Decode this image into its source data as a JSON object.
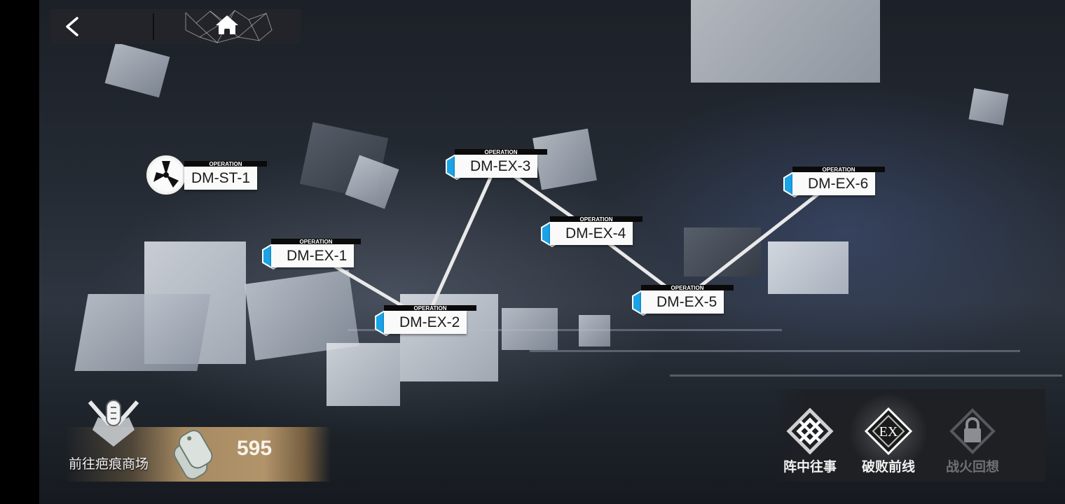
{
  "nav": {
    "back_icon": "chevron-left-icon",
    "home_icon": "home-icon"
  },
  "stages": [
    {
      "id": "st1",
      "tag": "OPERATION",
      "code": "DM-ST-1",
      "type": "story"
    },
    {
      "id": "ex1",
      "tag": "OPERATION",
      "code": "DM-EX-1",
      "type": "battle"
    },
    {
      "id": "ex2",
      "tag": "OPERATION",
      "code": "DM-EX-2",
      "type": "battle"
    },
    {
      "id": "ex3",
      "tag": "OPERATION",
      "code": "DM-EX-3",
      "type": "battle"
    },
    {
      "id": "ex4",
      "tag": "OPERATION",
      "code": "DM-EX-4",
      "type": "battle"
    },
    {
      "id": "ex5",
      "tag": "OPERATION",
      "code": "DM-EX-5",
      "type": "battle"
    },
    {
      "id": "ex6",
      "tag": "OPERATION",
      "code": "DM-EX-6",
      "type": "battle"
    }
  ],
  "links": [
    [
      "ex1",
      "ex2"
    ],
    [
      "ex2",
      "ex3"
    ],
    [
      "ex3",
      "ex4"
    ],
    [
      "ex4",
      "ex5"
    ],
    [
      "ex5",
      "ex6"
    ]
  ],
  "shop": {
    "label": "前往疤痕商场",
    "count": "595",
    "icon": "microphone-badge-icon",
    "token_icon": "dog-tag-icon"
  },
  "tabs": [
    {
      "label": "阵中往事",
      "icon": "diamond-emblem-icon",
      "locked": false
    },
    {
      "label": "破败前线",
      "icon": "ex-diamond-icon",
      "locked": false,
      "selected": true
    },
    {
      "label": "战火回想",
      "icon": "lock-icon",
      "locked": true
    }
  ],
  "colors": {
    "hex_blue": "#1aa3e6",
    "card_bg": "#fafafa",
    "shop_bar": "#a88a62"
  }
}
